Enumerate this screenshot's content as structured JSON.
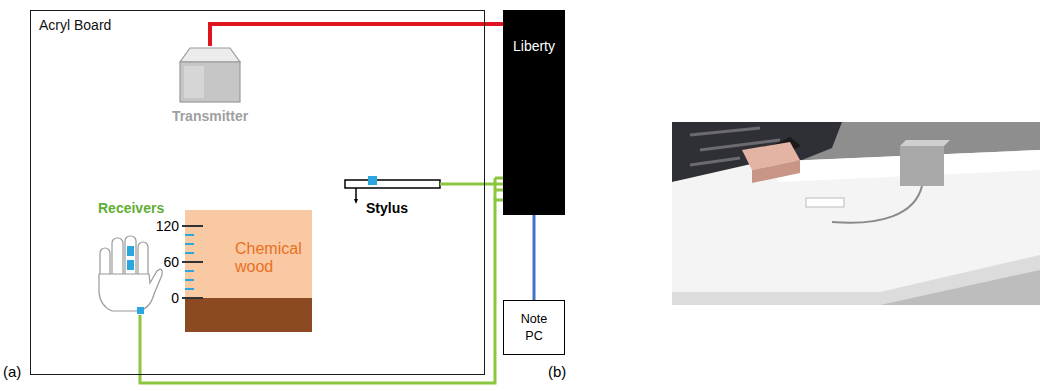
{
  "diagram": {
    "nodes": [
      {
        "text": [
          "Acryl Board"
        ]
      },
      {
        "text": [
          "Transmitter"
        ],
        "in": 0
      },
      {
        "text": [
          "Stylus"
        ],
        "in": 0
      },
      {
        "text": [
          "Receivers"
        ],
        "in": 0
      },
      {
        "text": [
          "Chemical wood"
        ],
        "in": 0
      },
      {
        "text": [
          "Liberty"
        ]
      },
      {
        "text": [
          "Note PC"
        ]
      }
    ],
    "edges": [
      {
        "from": 1,
        "to": 5,
        "arrow": "none"
      },
      {
        "from": 2,
        "to": 5,
        "arrow": "none"
      },
      {
        "from": 3,
        "to": 5,
        "arrow": "none"
      },
      {
        "from": 5,
        "to": 6,
        "arrow": "none"
      }
    ],
    "labels": [
      "120",
      "60",
      "0",
      "(a)",
      "(b)"
    ]
  }
}
